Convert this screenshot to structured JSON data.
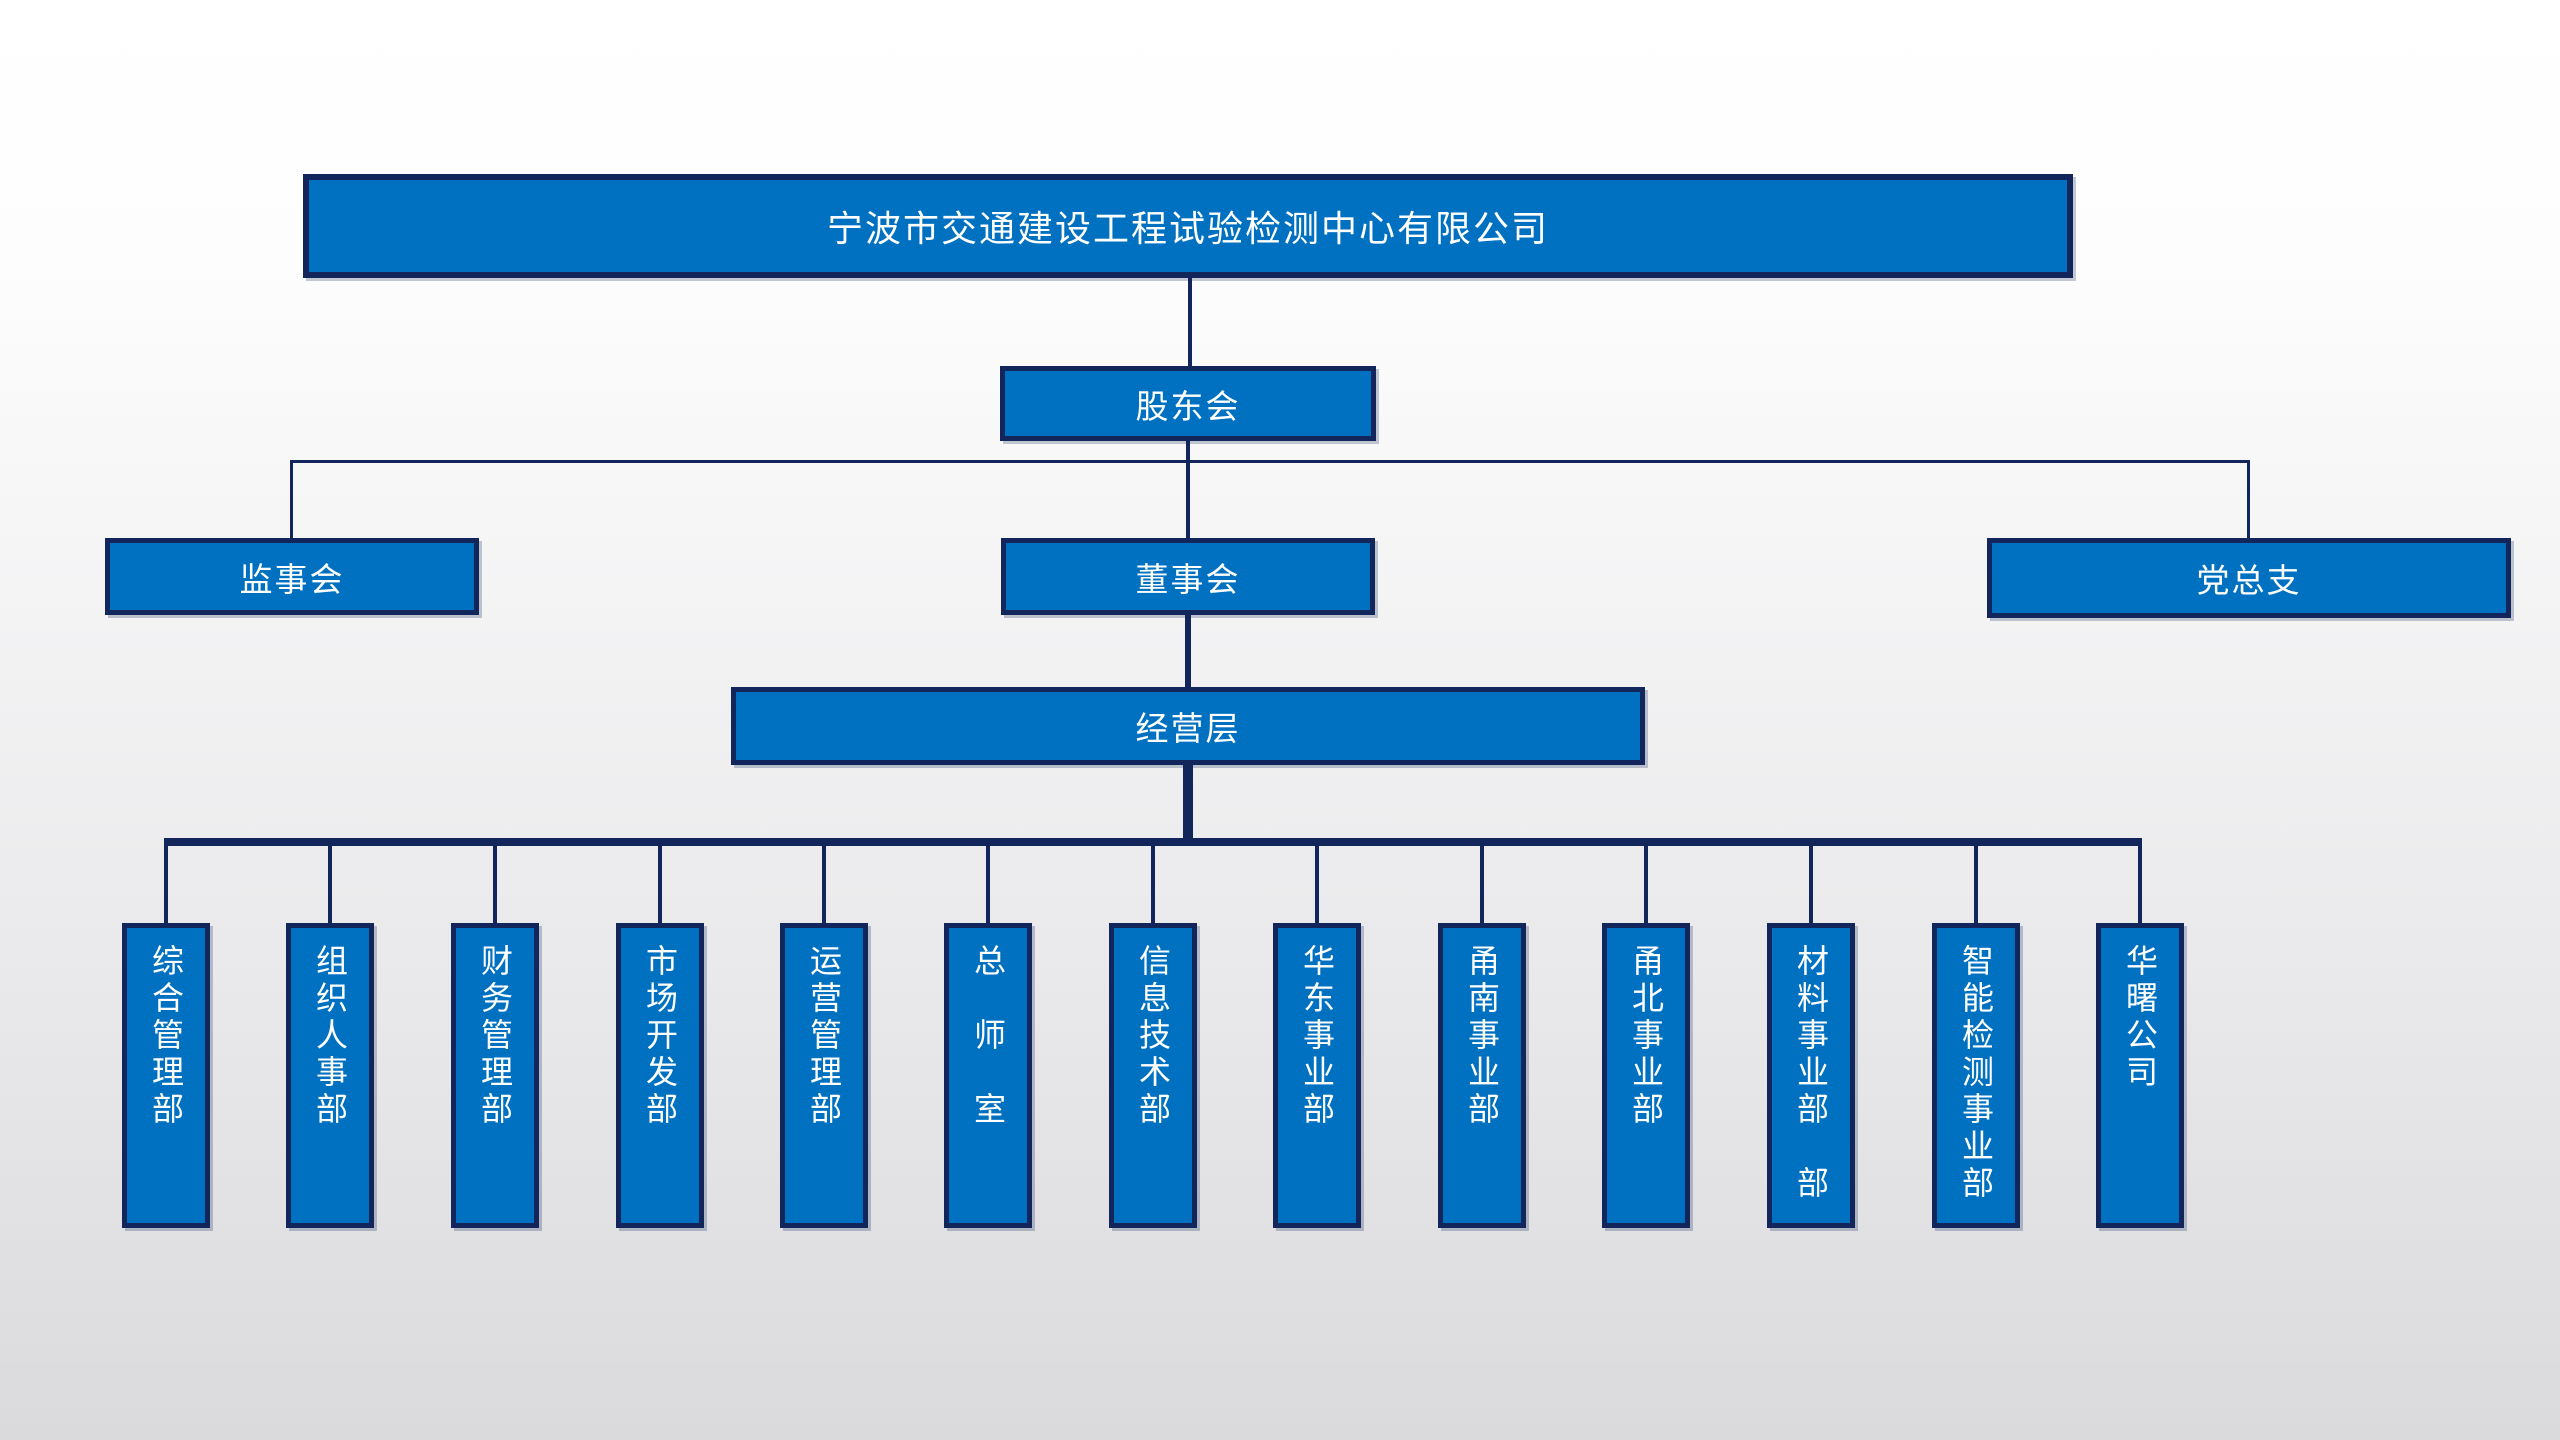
{
  "org": {
    "root": {
      "label": "宁波市交通建设工程试验检测中心有限公司"
    },
    "shareholders": {
      "label": "股东会"
    },
    "level3": {
      "supervisory": {
        "label": "监事会"
      },
      "board": {
        "label": "董事会"
      },
      "party": {
        "label": "党总支"
      }
    },
    "management": {
      "label": "经营层"
    },
    "departments": [
      {
        "label": "综合管理部"
      },
      {
        "label": "组织人事部"
      },
      {
        "label": "财务管理部"
      },
      {
        "label": "市场开发部"
      },
      {
        "label": "运营管理部"
      },
      {
        "label": "总　师　室"
      },
      {
        "label": "信息技术部"
      },
      {
        "label": "华东事业部"
      },
      {
        "label": "甬南事业部"
      },
      {
        "label": "甬北事业部"
      },
      {
        "label": "材料事业部　部"
      },
      {
        "label": "智能检测事业部"
      },
      {
        "label": "华曙公司"
      }
    ],
    "colors": {
      "box_fill": "#0070c0",
      "box_border": "#13265b",
      "connector": "#13265b",
      "text": "#ffffff",
      "background_top": "#ffffff",
      "background_bottom": "#dadadc"
    }
  }
}
